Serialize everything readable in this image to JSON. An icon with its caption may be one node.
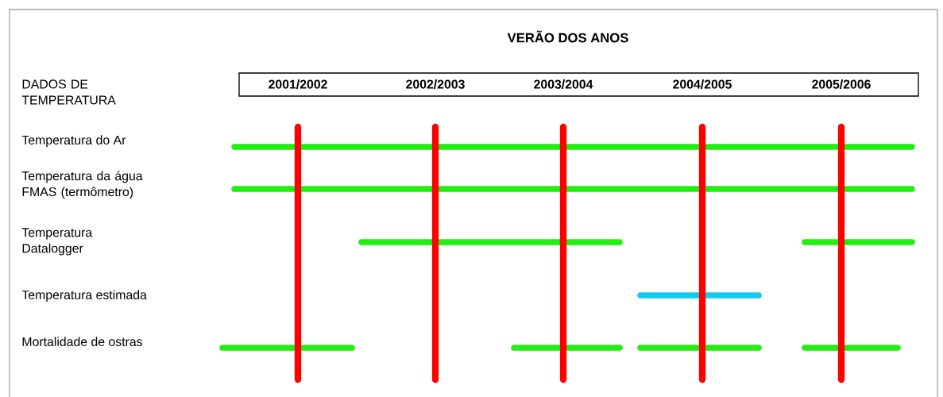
{
  "diagram": {
    "title": "VERÃO DOS ANOS",
    "nodes": [
      {
        "text": [
          "2001/2002",
          "2002/2003",
          "2003/2004",
          "2004/2005",
          "2005/2006"
        ]
      }
    ],
    "edges": [],
    "labels": [
      "DADOS DE TEMPERATURA",
      "Temperatura do Ar",
      "Temperatura da água FMAS (termômetro)",
      "Temperatura Datalogger",
      "Temperatura estimada",
      "Mortalidade de ostras"
    ]
  }
}
